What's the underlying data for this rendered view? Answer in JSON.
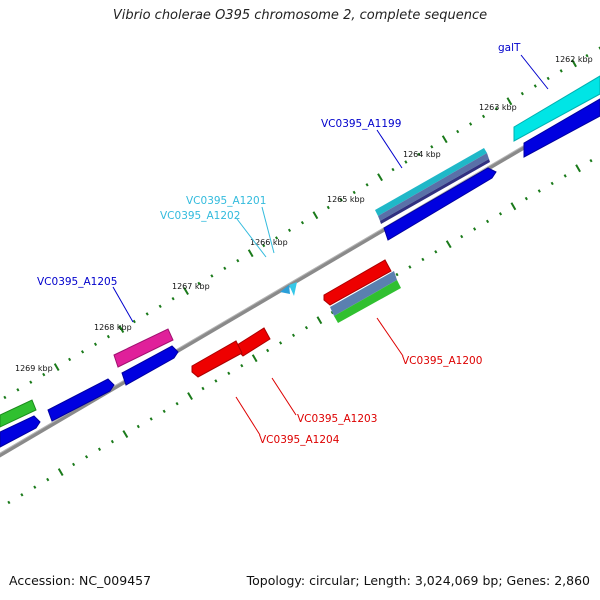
{
  "title": "Vibrio cholerae O395 chromosome 2, complete sequence",
  "footer": {
    "accession": "Accession: NC_009457",
    "summary": "Topology: circular; Length: 3,024,069 bp; Genes: 2,860"
  },
  "scale_labels": [
    "1262 kbp",
    "1263 kbp",
    "1264 kbp",
    "1265 kbp",
    "1266 kbp",
    "1267 kbp",
    "1268 kbp",
    "1269 kbp"
  ],
  "gene_labels": [
    {
      "text": "galT",
      "color": "#0000cc"
    },
    {
      "text": "VC0395_A1199",
      "color": "#0000cc"
    },
    {
      "text": "VC0395_A1201",
      "color": "#33bbdd"
    },
    {
      "text": "VC0395_A1202",
      "color": "#33bbdd"
    },
    {
      "text": "VC0395_A1205",
      "color": "#0000cc"
    },
    {
      "text": "VC0395_A1200",
      "color": "#dd0000"
    },
    {
      "text": "VC0395_A1203",
      "color": "#dd0000"
    },
    {
      "text": "VC0395_A1204",
      "color": "#dd0000"
    }
  ],
  "colors": {
    "backbone": "#8a8a8a",
    "tick": "#1a7a1a",
    "blue": "#0000e0",
    "cyan": "#00e0e0",
    "magenta": "#e0209a",
    "red": "#ee0000",
    "green": "#30c030",
    "steel": "#5a7fb0"
  }
}
